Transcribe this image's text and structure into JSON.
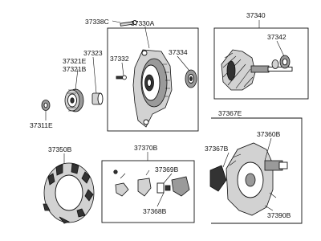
{
  "labels": {
    "p37338c": "37338C",
    "p37330a": "37330A",
    "p37340": "37340",
    "p37342": "37342",
    "p37332": "37332",
    "p37334": "37334",
    "p37323": "37323",
    "p37321e": "37321E",
    "p37321b": "37321B",
    "p37311e": "37311E",
    "p37367e": "37367E",
    "p37360b": "37360B",
    "p37367b": "37367B",
    "p37350b": "37350B",
    "p37370b": "37370B",
    "p37369b": "37369B",
    "p37368b": "37368B",
    "p37390b": "37390B"
  }
}
